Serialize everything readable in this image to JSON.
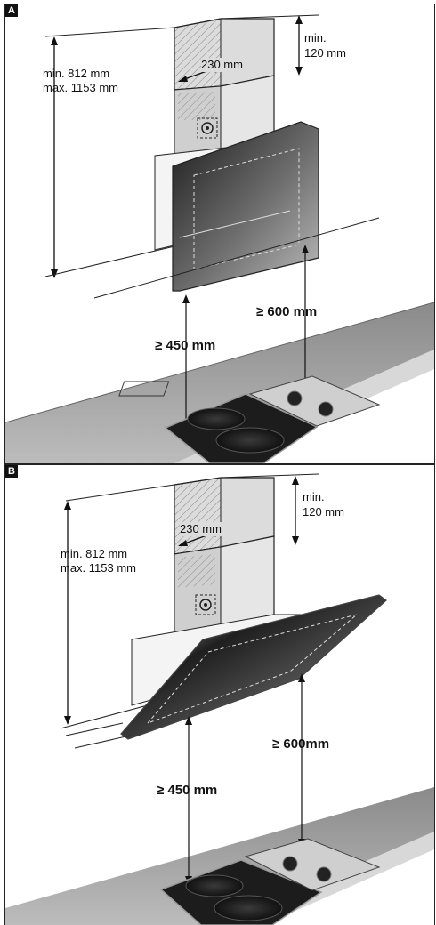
{
  "panels": [
    {
      "badge": "A",
      "min_height": "min. 812 mm",
      "max_height": "max. 1153 mm",
      "chimney_depth": "230 mm",
      "top_clearance_1": "min.",
      "top_clearance_2": "120 mm",
      "clearance_gas": "≥ 600 mm",
      "clearance_electric": "≥ 450 mm"
    },
    {
      "badge": "B",
      "min_height": "min. 812 mm",
      "max_height": "max. 1153 mm",
      "chimney_depth": "230 mm",
      "top_clearance_1": "min.",
      "top_clearance_2": "120 mm",
      "clearance_gas": "≥ 600mm",
      "clearance_electric": "≥ 450 mm"
    }
  ]
}
